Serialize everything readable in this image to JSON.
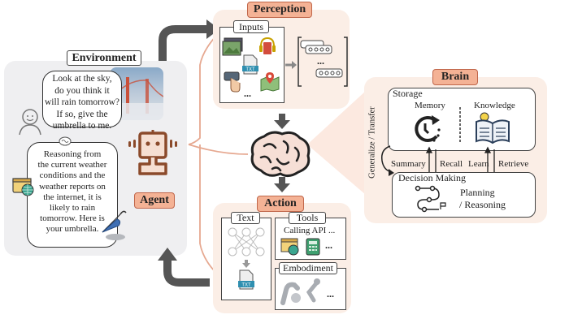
{
  "environment": {
    "title": "Environment",
    "user_bubble": [
      "Look at the sky,",
      "do you think it",
      "will rain tomorrow?",
      "If so, give the",
      "umbrella to me."
    ],
    "agent_bubble": [
      "Reasoning from",
      "the current weather",
      "conditions and the",
      "weather reports on",
      "the internet, it is",
      "likely to rain",
      "tomorrow. Here is",
      "your umbrella."
    ]
  },
  "agent": {
    "label": "Agent"
  },
  "perception": {
    "title": "Perception",
    "inputs_label": "Inputs",
    "inputs_ellipsis": "...",
    "tokens_ellipsis": "..."
  },
  "brain_center": {
    "icon": "brain-icon"
  },
  "action": {
    "title": "Action",
    "text_label": "Text",
    "tools_label": "Tools",
    "tools_caption": "Calling API ...",
    "tools_ellipsis": "...",
    "embodiment_label": "Embodiment",
    "embodiment_ellipsis": "...",
    "txt_badge": "TXT"
  },
  "brain": {
    "title": "Brain",
    "storage_label": "Storage",
    "memory_label": "Memory",
    "knowledge_label": "Knowledge",
    "summary_label": "Summary",
    "recall_label": "Recall",
    "learn_label": "Learn",
    "retrieve_label": "Retrieve",
    "generalize_label": "Generalize / Transfer",
    "decision_label": "Decision Making",
    "planning_label": "Planning",
    "reasoning_label": "/ Reasoning"
  },
  "colors": {
    "accent": "#f4b295",
    "accent_border": "#c0664a",
    "panel_peach": "#fbeee6",
    "panel_gray": "#f0f0f2",
    "arrow_gray": "#555555",
    "robot_brown": "#8b4a2b"
  }
}
